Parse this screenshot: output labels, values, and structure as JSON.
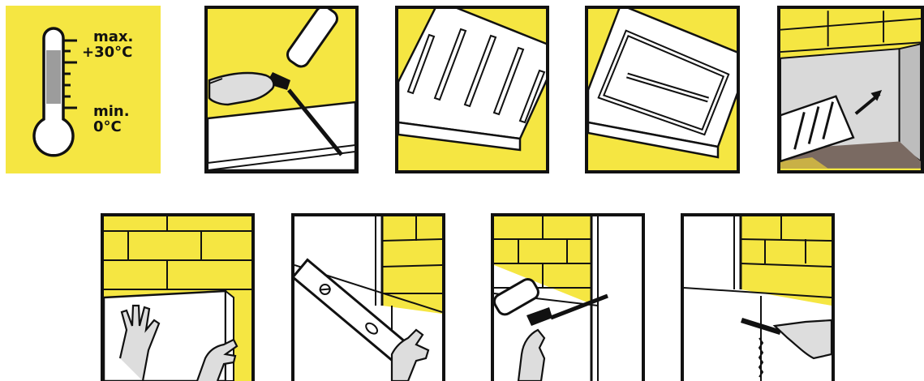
{
  "colors": {
    "yellow": "#f5e642",
    "black": "#111111",
    "grey": "#9c9c9c",
    "light_grey": "#d9d9d9",
    "soil": "#7a6a62"
  },
  "thermometer": {
    "max_label": "max.",
    "max_value": "+30°C",
    "min_label": "min.",
    "min_value": "0°C"
  },
  "steps": [
    {
      "icon": "thermometer-icon"
    },
    {
      "icon": "foam-gun-applying-edge-icon"
    },
    {
      "icon": "board-with-foam-strips-icon"
    },
    {
      "icon": "board-with-perimeter-foam-icon"
    },
    {
      "icon": "board-pressed-to-wall-icon"
    },
    {
      "icon": "hands-placing-board-icon"
    },
    {
      "icon": "spirit-level-check-icon"
    },
    {
      "icon": "foam-gun-filling-gaps-icon"
    },
    {
      "icon": "trimming-foam-knife-icon"
    }
  ]
}
